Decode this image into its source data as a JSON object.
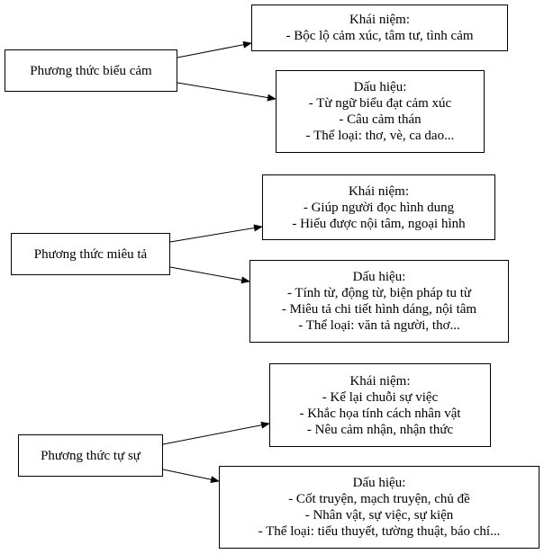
{
  "groups": [
    {
      "method": "Phương thức biểu cảm",
      "concept": {
        "title": "Khái niệm:",
        "lines": [
          "- Bộc lộ cảm xúc, tâm tư, tình cảm"
        ]
      },
      "signs": {
        "title": "Dấu hiệu:",
        "lines": [
          "- Từ ngữ biểu đạt cảm xúc",
          "- Câu cảm thán",
          "- Thể loại: thơ, vè, ca dao..."
        ]
      }
    },
    {
      "method": "Phương thức miêu tả",
      "concept": {
        "title": "Khái niệm:",
        "lines": [
          "- Giúp người đọc hình dung",
          "- Hiểu được nội tâm, ngoại hình"
        ]
      },
      "signs": {
        "title": "Dấu hiệu:",
        "lines": [
          "- Tính từ, động từ, biện pháp tu từ",
          "- Miêu tả chi tiết hình dáng, nội tâm",
          "- Thể loại: văn tả người, thơ..."
        ]
      }
    },
    {
      "method": "Phương thức tự sự",
      "concept": {
        "title": "Khái niệm:",
        "lines": [
          "- Kể lại chuỗi sự việc",
          "- Khắc họa tính cách nhân vật",
          "- Nêu cảm nhận, nhận thức"
        ]
      },
      "signs": {
        "title": "Dấu hiệu:",
        "lines": [
          "- Cốt truyện, mạch truyện, chủ đề",
          "- Nhân vật, sự việc, sự kiện",
          "- Thể loại: tiểu thuyết, tường thuật, báo chí..."
        ]
      }
    }
  ]
}
